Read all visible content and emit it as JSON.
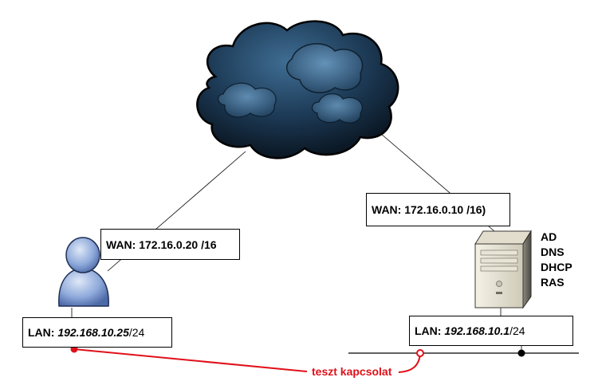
{
  "client": {
    "wan": {
      "prefix": "WAN:",
      "address": "172.16.0.20 /16"
    },
    "lan": {
      "prefix": "LAN:",
      "address": "192.168.10.25",
      "mask": " /24"
    }
  },
  "server": {
    "wan": {
      "prefix": "WAN:",
      "address": "172.16.0.10 /16)"
    },
    "lan": {
      "prefix": "LAN:",
      "address": "192.168.10.1",
      "mask": " /24"
    },
    "roles": [
      "AD",
      "DNS",
      "DHCP",
      "RAS"
    ]
  },
  "connection": {
    "label": "teszt kapcsolat",
    "color": "#e0101a"
  },
  "icons": [
    "cloud-icon",
    "user-icon",
    "server-icon"
  ]
}
